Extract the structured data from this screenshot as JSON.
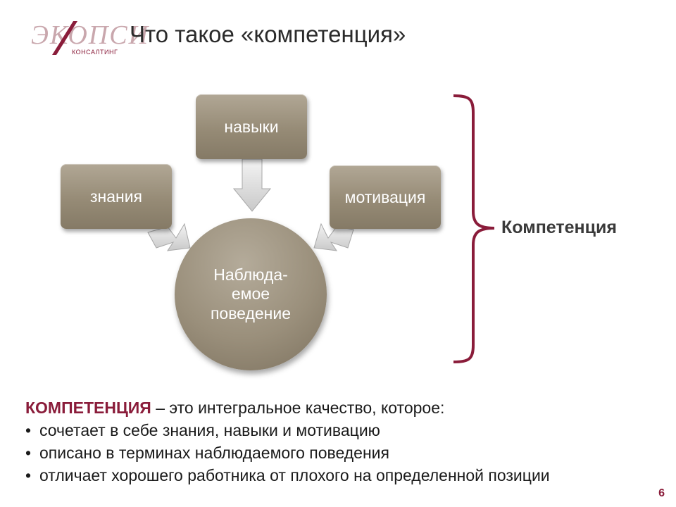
{
  "logo": {
    "name": "ЭКОПСИ",
    "sub": "КОНСАЛТИНГ"
  },
  "title": "Что такое «компетенция»",
  "diagram": {
    "skills": "навыки",
    "knowledge": "знания",
    "motivation": "мотивация",
    "behavior": "Наблюда-\nемое\nповедение",
    "result": "Компетенция"
  },
  "definition": {
    "term": "КОМПЕТЕНЦИЯ",
    "rest": " – это интегральное качество, которое:",
    "bullets": [
      "сочетает в себе знания, навыки и мотивацию",
      "описано в терминах наблюдаемого поведения",
      "отличает хорошего работника от плохого на определенной позиции"
    ]
  },
  "page_number": "6",
  "colors": {
    "accent": "#8a1c3a",
    "box": "#968b76"
  }
}
